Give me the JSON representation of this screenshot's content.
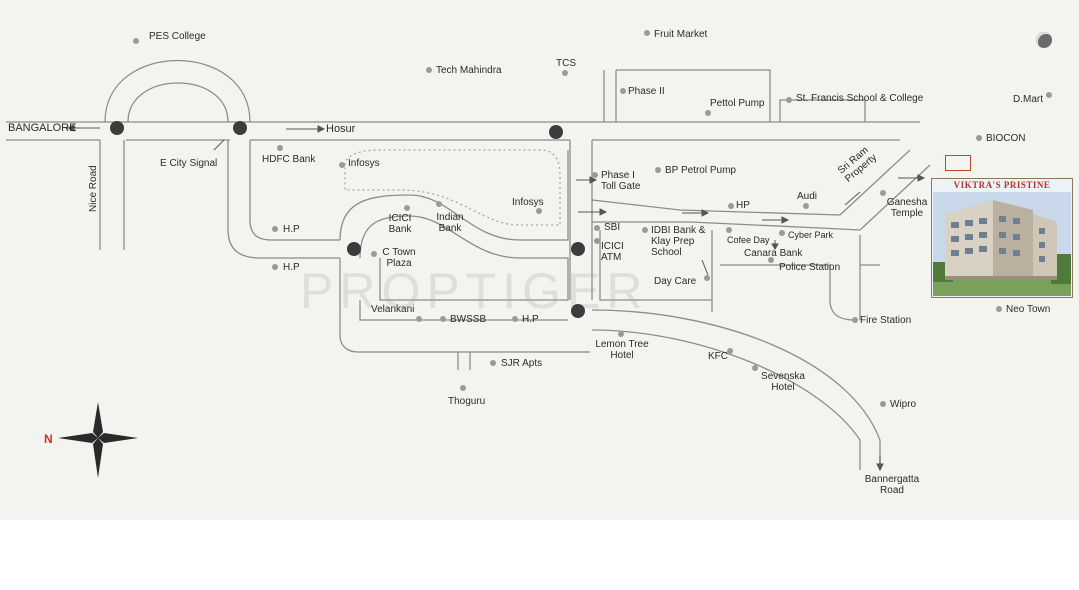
{
  "watermark": "PROPTIGER",
  "compass": {
    "label": "N"
  },
  "project": {
    "name": "VIKTRA'S PRISTINE"
  },
  "direction_labels": {
    "bangalore": "BANGALORE",
    "hosur": "Hosur",
    "nice_road": "Nice Road",
    "bannergatta_road": "Bannergatta Road",
    "sri_ram_property": "Sri Ram Property"
  },
  "landmarks": [
    {
      "id": "pes-college",
      "label": "PES College"
    },
    {
      "id": "fruit-market",
      "label": "Fruit Market"
    },
    {
      "id": "tech-mahindra",
      "label": "Tech Mahindra"
    },
    {
      "id": "tcs",
      "label": "TCS"
    },
    {
      "id": "phase-ii",
      "label": "Phase II"
    },
    {
      "id": "pettol-pump",
      "label": "Pettol Pump"
    },
    {
      "id": "st-francis",
      "label": "St. Francis School & College"
    },
    {
      "id": "dmart",
      "label": "D.Mart"
    },
    {
      "id": "biocon",
      "label": "BIOCON"
    },
    {
      "id": "e-city-signal",
      "label": "E City Signal"
    },
    {
      "id": "hdfc-bank",
      "label": "HDFC Bank"
    },
    {
      "id": "infosys-1",
      "label": "Infosys"
    },
    {
      "id": "infosys-2",
      "label": "Infosys"
    },
    {
      "id": "phase-i-toll-gate",
      "label": "Phase I Toll Gate"
    },
    {
      "id": "bp-petrol-pump",
      "label": "BP Petrol Pump"
    },
    {
      "id": "hp-1",
      "label": "HP"
    },
    {
      "id": "audi",
      "label": "Audi"
    },
    {
      "id": "ganesha-temple",
      "label": "Ganesha Temple"
    },
    {
      "id": "icici-bank",
      "label": "ICICI Bank"
    },
    {
      "id": "indian-bank",
      "label": "Indian Bank"
    },
    {
      "id": "sbi",
      "label": "SBI"
    },
    {
      "id": "icici-atm",
      "label": "ICICI ATM"
    },
    {
      "id": "idbi-bank",
      "label": "IDBI Bank & Klay Prep School"
    },
    {
      "id": "cofee-day",
      "label": "Cofee Day"
    },
    {
      "id": "cyber-park",
      "label": "Cyber Park"
    },
    {
      "id": "canara-bank",
      "label": "Canara Bank"
    },
    {
      "id": "police-station",
      "label": "Police Station"
    },
    {
      "id": "hp-2",
      "label": "H.P"
    },
    {
      "id": "hp-3",
      "label": "H.P"
    },
    {
      "id": "c-town-plaza",
      "label": "C Town Plaza"
    },
    {
      "id": "day-care",
      "label": "Day Care"
    },
    {
      "id": "velankani",
      "label": "Velankani"
    },
    {
      "id": "bwssb",
      "label": "BWSSB"
    },
    {
      "id": "hp-4",
      "label": "H.P"
    },
    {
      "id": "fire-station",
      "label": "Fire Station"
    },
    {
      "id": "neo-town",
      "label": "Neo Town"
    },
    {
      "id": "lemon-tree",
      "label": "Lemon Tree Hotel"
    },
    {
      "id": "sjr-apts",
      "label": "SJR Apts"
    },
    {
      "id": "kfc",
      "label": "KFC"
    },
    {
      "id": "sevenska-hotel",
      "label": "Sevenska Hotel"
    },
    {
      "id": "wipro",
      "label": "Wipro"
    },
    {
      "id": "thoguru",
      "label": "Thoguru"
    }
  ]
}
